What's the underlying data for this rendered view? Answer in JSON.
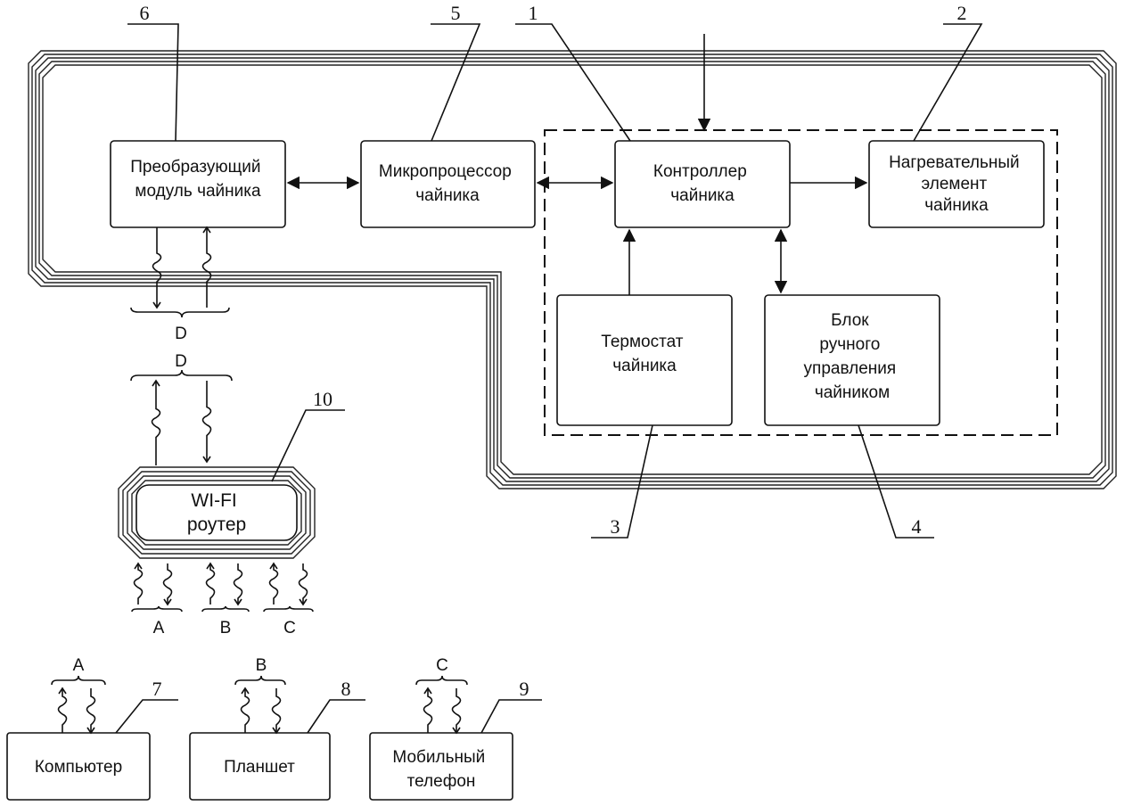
{
  "blocks": {
    "converter": [
      "Преобразующий",
      "модуль чайника"
    ],
    "microprocessor": [
      "Микропроцессор",
      "чайника"
    ],
    "controller": [
      "Контроллер",
      "чайника"
    ],
    "heater": [
      "Нагревательный",
      "элемент",
      "чайника"
    ],
    "thermostat": [
      "Термостат",
      "чайника"
    ],
    "manual": [
      "Блок",
      "ручного",
      "управления",
      "чайником"
    ],
    "router": [
      "WI-FI",
      "роутер"
    ],
    "computer": [
      "Компьютер"
    ],
    "tablet": [
      "Планшет"
    ],
    "phone": [
      "Мобильный",
      "телефон"
    ]
  },
  "numbers": {
    "controller": "1",
    "heater": "2",
    "thermostat": "3",
    "manual": "4",
    "microprocessor": "5",
    "converter": "6",
    "computer": "7",
    "tablet": "8",
    "phone": "9",
    "router": "10"
  },
  "signals": {
    "d_top": "D",
    "d_bottom": "D",
    "a_router": "A",
    "b_router": "B",
    "c_router": "C",
    "a_device": "A",
    "b_device": "B",
    "c_device": "C"
  }
}
